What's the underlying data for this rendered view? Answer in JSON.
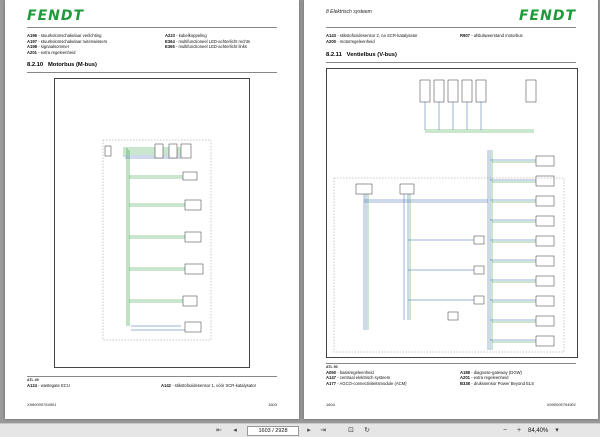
{
  "brand": "FENDT",
  "left_page": {
    "legend_col1": [
      {
        "code": "A196",
        "text": "- stuurkolomschakelaar verlichting"
      },
      {
        "code": "A197",
        "text": "- stuurkolomschakelaar ruitenwissers"
      },
      {
        "code": "A198",
        "text": "- signaalsommer"
      },
      {
        "code": "A201",
        "text": "- extra regeleenheid"
      }
    ],
    "legend_col2": [
      {
        "code": "A223",
        "text": "- kabelkoppeling"
      },
      {
        "code": "E364",
        "text": "- multifunctioneel LED-achterlicht rechts"
      },
      {
        "code": "E365",
        "text": "- multifunctioneel LED-achterlicht links"
      }
    ],
    "section_number": "8.2.10",
    "section_title": "Motorbus (M-bus)",
    "figure_no": "ATL 49",
    "footer_legend": [
      {
        "code": "A124",
        "text": "- wastegate ECU"
      },
      {
        "code": "A142",
        "text": "- stikstofoxidesensor 1, vóór SCR-katalysator"
      }
    ],
    "doc_id": "X990005764901",
    "page_number": "1603"
  },
  "right_page": {
    "chapter": "8 Elektrisch systeem",
    "legend_col1": [
      {
        "code": "A143",
        "text": "- stikstofoxidesensor 2, na SCR-katalysator"
      },
      {
        "code": "A200",
        "text": "- motorregeleenheid"
      }
    ],
    "legend_col2": [
      {
        "code": "R907",
        "text": "- afsluitweerstand motorbus"
      }
    ],
    "section_number": "8.2.11",
    "section_title": "Ventielbus (V-bus)",
    "figure_no": "ATL 50",
    "footer_legend_col1": [
      {
        "code": "A050",
        "text": "- basisregeleenheid"
      },
      {
        "code": "A147",
        "text": "- centraal elektrisch systeem"
      },
      {
        "code": "A177",
        "text": "- AGCO-connectiviteitsmodule (ACM)"
      }
    ],
    "footer_legend_col2": [
      {
        "code": "A188",
        "text": "- diagnose-gateway (DGW)"
      },
      {
        "code": "A201",
        "text": "- extra regeleenheid"
      },
      {
        "code": "B338",
        "text": "- drukssensor Power Beyond ELS"
      }
    ],
    "page_number": "1604",
    "doc_id": "X990005764901"
  },
  "toolbar": {
    "page_field": "1603 / 2928",
    "zoom": "84,40%",
    "icons": [
      "first-page-icon",
      "prev-page-icon",
      "next-page-icon",
      "last-page-icon",
      "fit-width-icon",
      "rotate-icon",
      "zoom-out-icon",
      "zoom-in-icon",
      "zoom-dropdown-icon"
    ]
  },
  "colors": {
    "brand_green": "#1f9a3a",
    "wire_green": "#2e9e3e",
    "wire_blue": "#3a66b0"
  }
}
